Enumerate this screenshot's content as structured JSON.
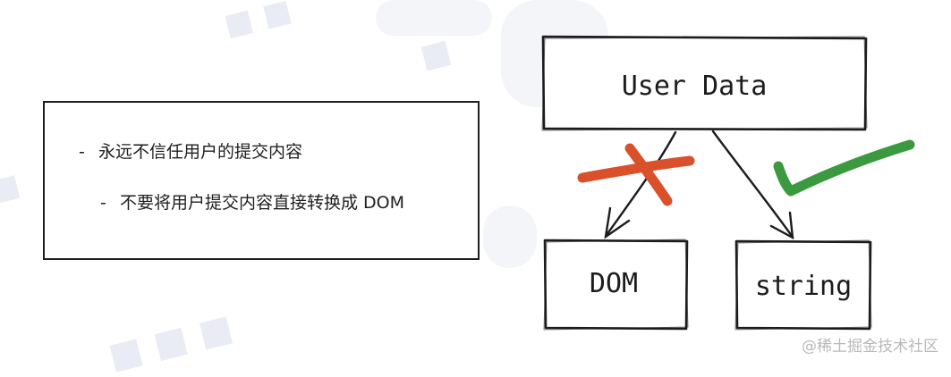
{
  "note": {
    "line1_dash": "-",
    "line1": "永远不信任用户的提交内容",
    "line2_dash": "-",
    "line2": "不要将用户提交内容直接转换成 DOM"
  },
  "diagram": {
    "source_label": "User Data",
    "left_target_label": "DOM",
    "right_target_label": "string"
  },
  "marks": {
    "cross_color": "#d9502a",
    "check_color": "#3b9a3f"
  },
  "footer": {
    "watermark": "@稀土掘金技术社区"
  }
}
